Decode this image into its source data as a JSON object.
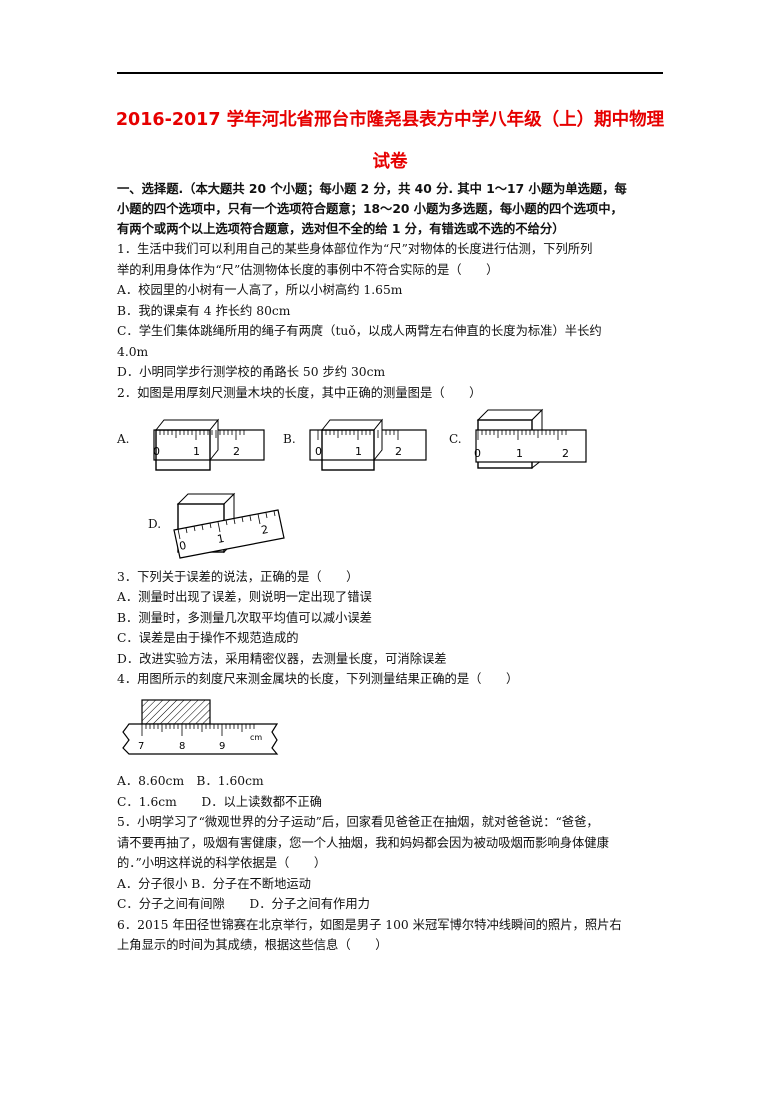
{
  "title_line1": "2016-2017 学年河北省邢台市隆尧县表方中学八年级（上）期中物理",
  "title_line2": "试卷",
  "section": {
    "l1": "一、选择题.（本大题共 20 个小题；每小题 2 分，共 40 分. 其中 1～17 小题为单选题，每",
    "l2": "小题的四个选项中，只有一个选项符合题意；18～20 小题为多选题，每小题的四个选项中，",
    "l3": "有两个或两个以上选项符合题意，选对但不全的给 1 分，有错选或不选的不给分）"
  },
  "q1": {
    "stem1": "1．生活中我们可以利用自己的某些身体部位作为“尺”对物体的长度进行估测，下列所列",
    "stem2": "举的利用身体作为“尺”估测物体长度的事例中不符合实际的是（　　）",
    "a": "A．校园里的小树有一人高了，所以小树高约 1.65m",
    "b": "B．我的课桌有 4 拃长约 80cm",
    "c1": "C．学生们集体跳绳所用的绳子有两庹（tuǒ，以成人两臂左右伸直的长度为标准）半长约",
    "c2": "4.0m",
    "d": "D．小明同学步行测学校的甬路长 50 步约 30cm"
  },
  "q2": {
    "stem": "2．如图是用厚刻尺测量木块的长度，其中正确的测量图是（　　）",
    "labels": [
      "A.",
      "B.",
      "C.",
      "D."
    ],
    "ticks": [
      "0",
      "1",
      "2"
    ]
  },
  "q3": {
    "stem": "3．下列关于误差的说法，正确的是（　　）",
    "a": "A．测量时出现了误差，则说明一定出现了错误",
    "b": "B．测量时，多测量几次取平均值可以减小误差",
    "c": "C．误差是由于操作不规范造成的",
    "d": "D．改进实验方法，采用精密仪器，去测量长度，可消除误差"
  },
  "q4": {
    "stem": "4．用图所示的刻度尺来测金属块的长度，下列测量结果正确的是（　　）",
    "ticks": [
      "7",
      "8",
      "9"
    ],
    "unit": "cm",
    "opt1": "A．8.60cm　B．1.60cm",
    "opt2": "C．1.6cm　　D．以上读数都不正确"
  },
  "q5": {
    "l1": "5．小明学习了“微观世界的分子运动”后，回家看见爸爸正在抽烟，就对爸爸说：“爸爸，",
    "l2": "请不要再抽了，吸烟有害健康，您一个人抽烟，我和妈妈都会因为被动吸烟而影响身体健康",
    "l3": "的．”小明这样说的科学依据是（　　）",
    "opt1": "A．分子很小 B．分子在不断地运动",
    "opt2": "C．分子之间有间隙　　D．分子之间有作用力"
  },
  "q6": {
    "l1": "6．2015 年田径世锦赛在北京举行，如图是男子 100 米冠军博尔特冲线瞬间的照片，照片右",
    "l2": "上角显示的时间为其成绩，根据这些信息（　　）"
  }
}
